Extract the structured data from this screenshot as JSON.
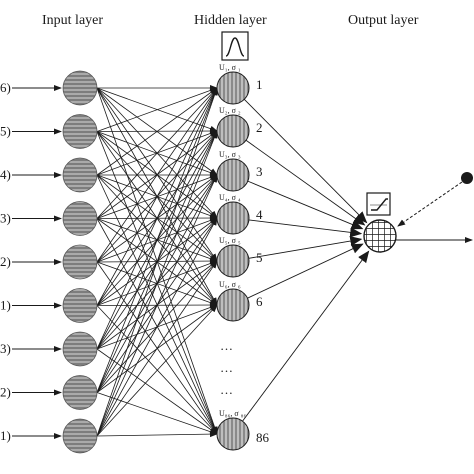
{
  "layers": {
    "input_title": "Input layer",
    "hidden_title": "Hidden layer",
    "output_title": "Output layer"
  },
  "input_labels": [
    "6)",
    "5)",
    "4)",
    "3)",
    "2)",
    "1)",
    "3)",
    "2)",
    "1)"
  ],
  "hidden_nodes": [
    {
      "number": "1",
      "param": "U₁, σ ₁"
    },
    {
      "number": "2",
      "param": "U₂, σ ₂"
    },
    {
      "number": "3",
      "param": "U₃, σ ₃"
    },
    {
      "number": "4",
      "param": "U₄, σ ₄"
    },
    {
      "number": "5",
      "param": "U₅, σ ₅"
    },
    {
      "number": "6",
      "param": "U₆, σ ₆"
    },
    {
      "number": "86",
      "param": "U₈₆, σ ₈₆"
    }
  ],
  "ellipsis": "…",
  "icons": {
    "hidden_activation": "gaussian-bell-icon",
    "output_activation": "linear-ramp-icon"
  },
  "colors": {
    "line": "#1a1a1a",
    "input_fill": "#8a8a8a",
    "hidden_fill": "#9a9a9a",
    "output_fill": "#ffffff"
  }
}
